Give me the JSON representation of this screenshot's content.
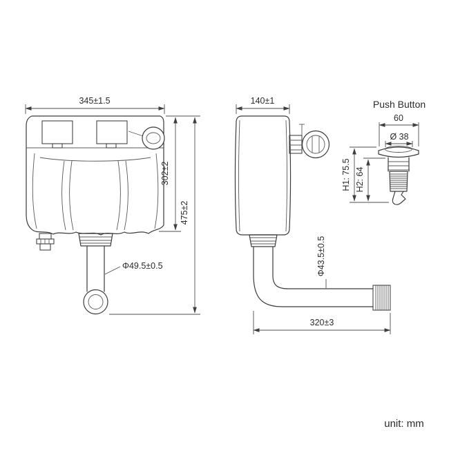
{
  "front_view": {
    "width_dim": "345±1.5",
    "body_height_dim": "302±2",
    "total_height_dim": "475±2",
    "outlet_diameter_dim": "Φ49.5±0.5"
  },
  "side_view": {
    "width_dim": "140±1",
    "pipe_diameter_dim": "Φ43.5±0.5",
    "pipe_length_dim": "320±3"
  },
  "push_button": {
    "title": "Push Button",
    "width_dim": "60",
    "diameter_dim": "Ø 38",
    "h1_dim": "H1: 75.5",
    "h2_dim": "H2: 64"
  },
  "footer": {
    "unit_label": "unit: mm"
  }
}
